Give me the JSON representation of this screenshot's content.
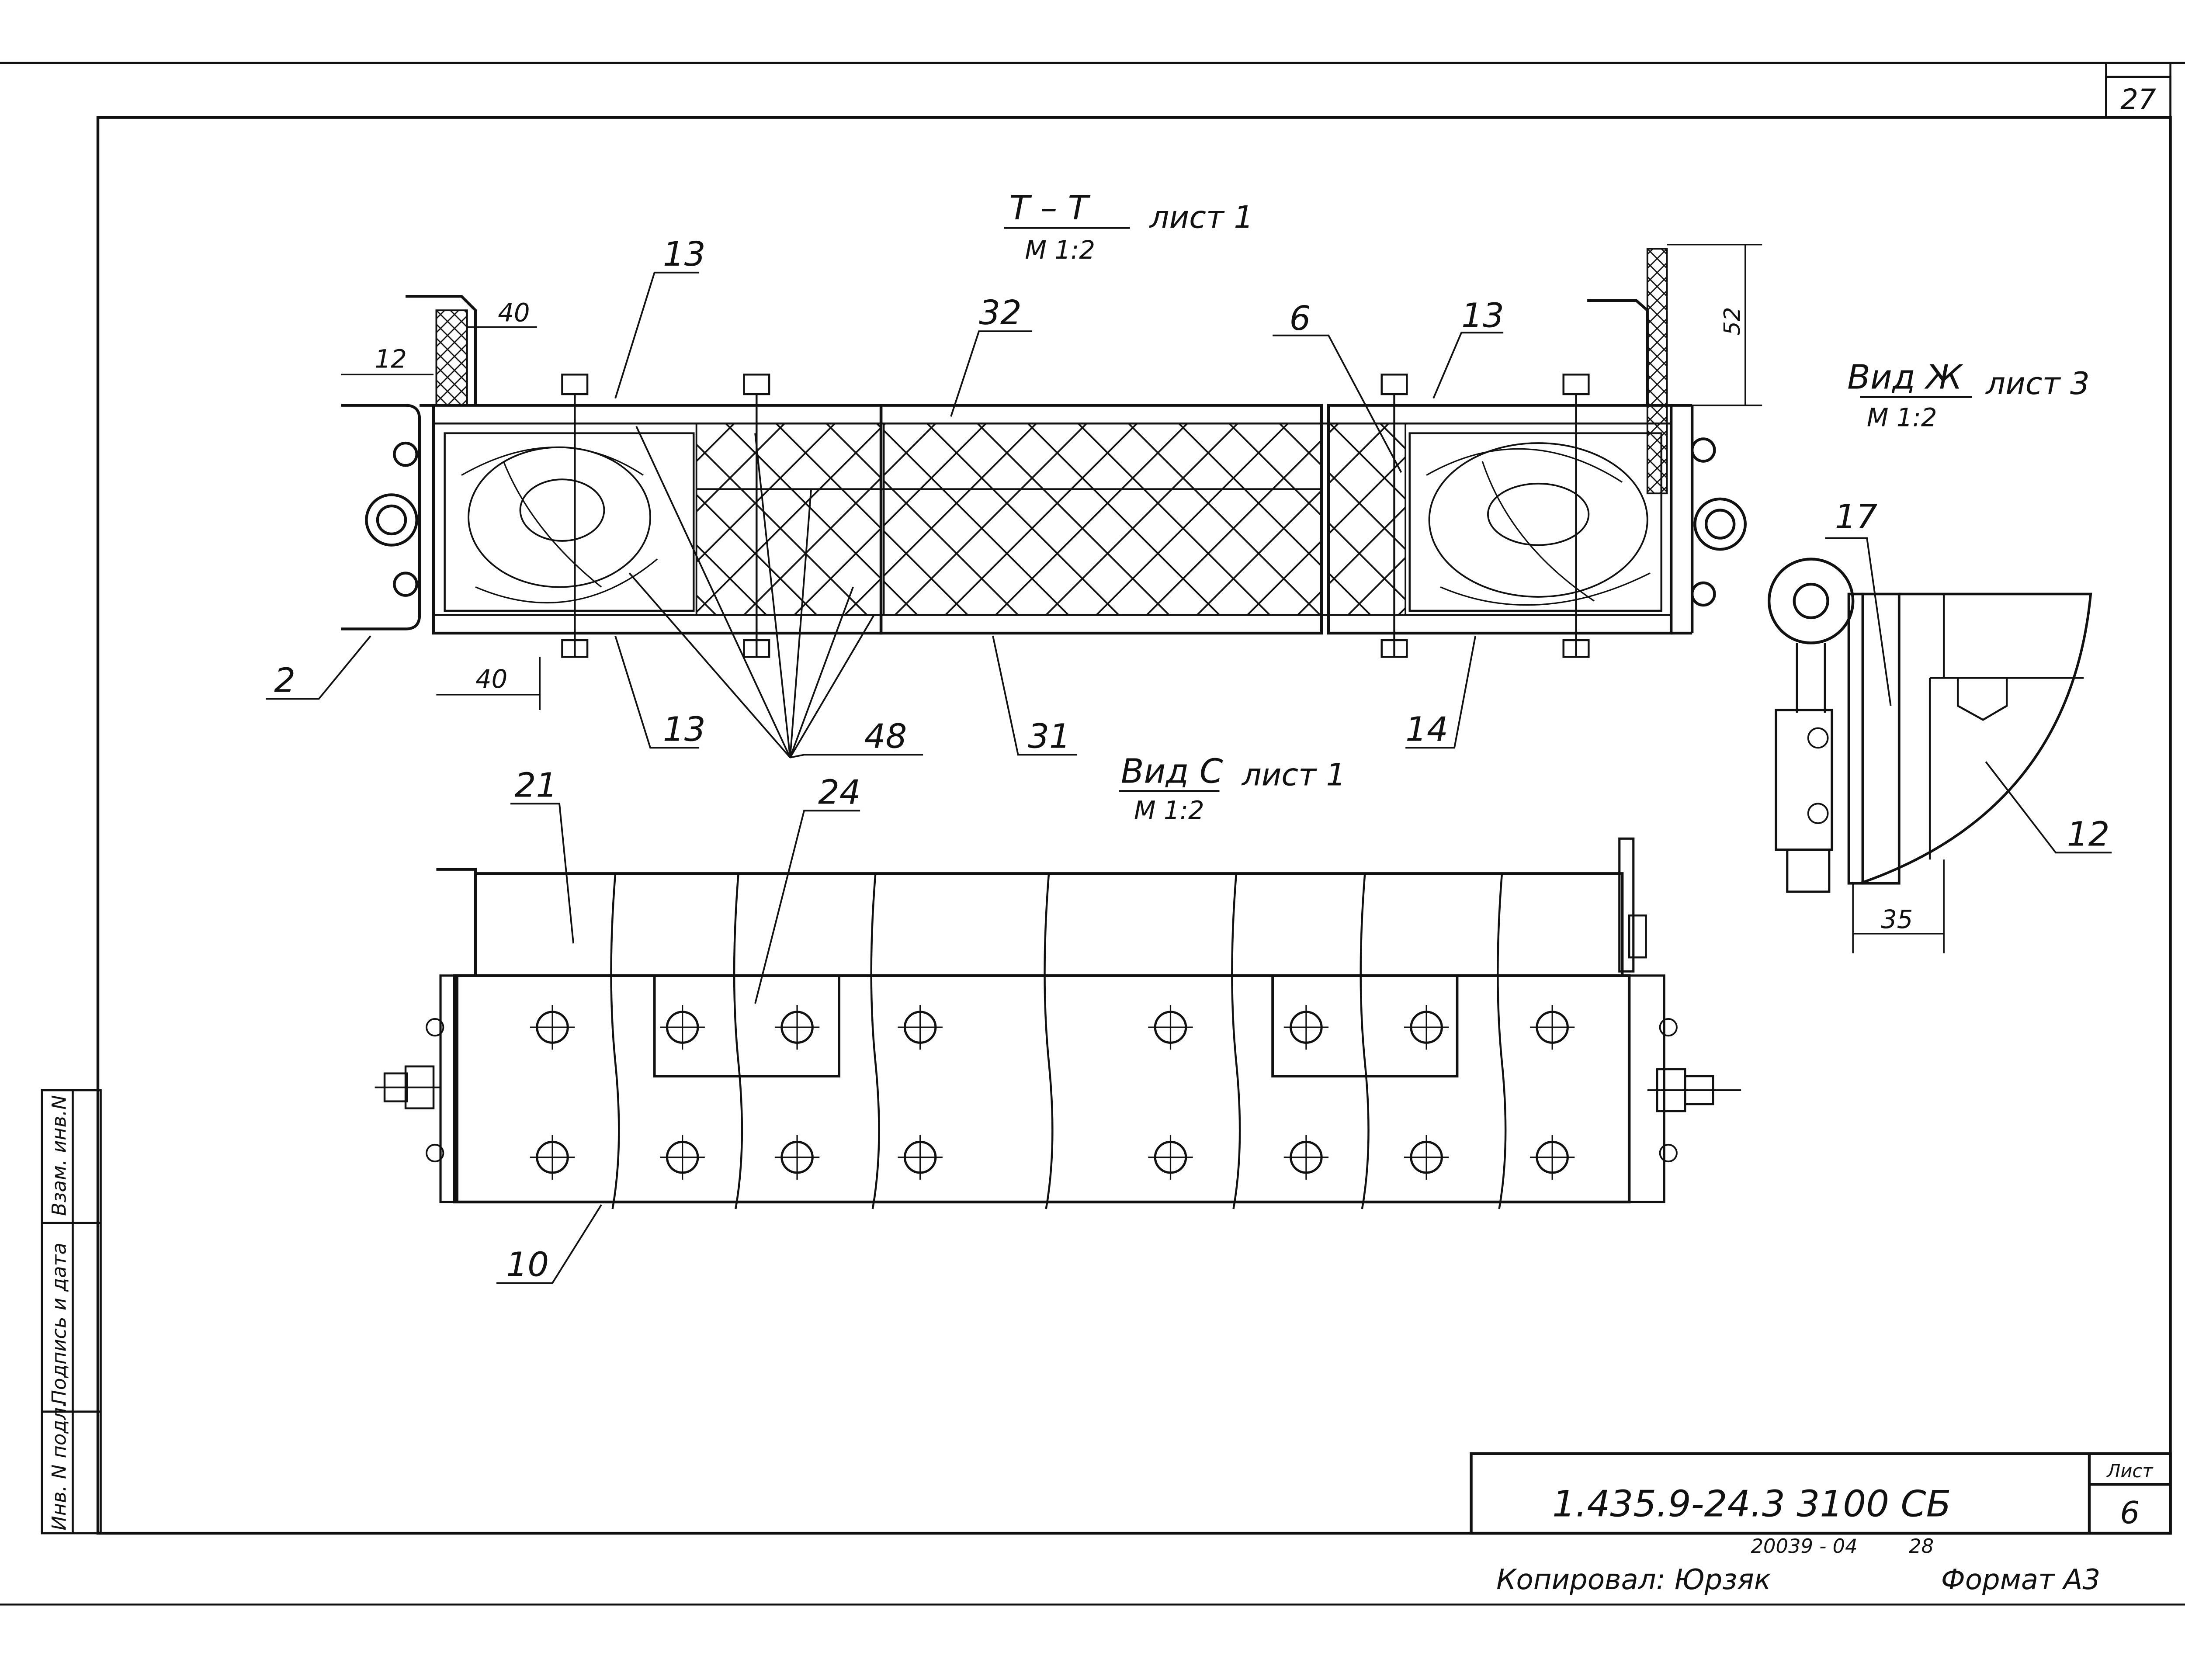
{
  "sheet": {
    "page_number": "27",
    "sheet_label": "Лист",
    "sheet_number": "6",
    "designation": "1.435.9-24.3  3100 СБ",
    "order_number": "20039 - 04",
    "order_sub": "28",
    "copied_by": "Копировал: Юрзяк",
    "format": "Формат А3",
    "side_stamp": [
      "Инв. N подл.",
      "Подпись и дата",
      "Взам. инв.N"
    ]
  },
  "views": {
    "section": {
      "title": "Т – Т",
      "scale": "М 1:2",
      "sheet_ref": "лист 1"
    },
    "view_c": {
      "title": "Вид С",
      "scale": "М 1:2",
      "sheet_ref": "лист 1"
    },
    "view_zh": {
      "title": "Вид Ж",
      "scale": "М 1:2",
      "sheet_ref": "лист 3"
    }
  },
  "callouts": {
    "c13a": "13",
    "c32": "32",
    "c6": "6",
    "c13b": "13",
    "c2": "2",
    "c13c": "13",
    "c48": "48",
    "c31": "31",
    "c14": "14",
    "c21": "21",
    "c24": "24",
    "c10": "10",
    "c17": "17",
    "c12": "12"
  },
  "dimensions": {
    "d40_top": "40",
    "d12": "12",
    "d40_bottom": "40",
    "d52": "52",
    "d35": "35"
  }
}
